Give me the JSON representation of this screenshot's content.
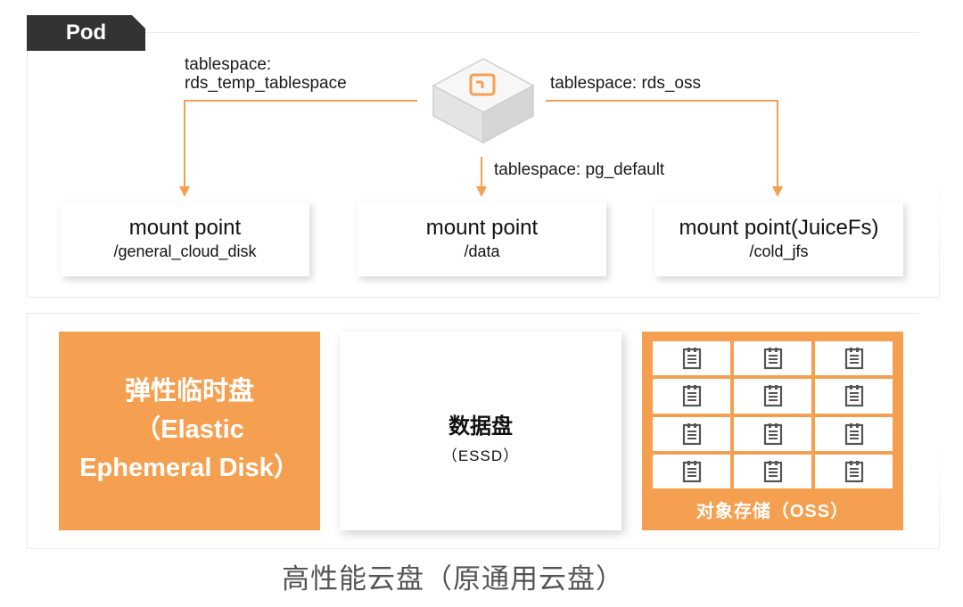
{
  "pod": {
    "tag": "Pod",
    "arrows": {
      "left_label_line1": "tablespace:",
      "left_label_line2": "rds_temp_tablespace",
      "center_label": "tablespace: pg_default",
      "right_label": "tablespace: rds_oss"
    },
    "mounts": [
      {
        "title": "mount point",
        "path": "/general_cloud_disk"
      },
      {
        "title": "mount point",
        "path": "/data"
      },
      {
        "title": "mount point(JuiceFs)",
        "path": "/cold_jfs"
      }
    ],
    "center_icon": "database-cube-icon"
  },
  "storage": {
    "ephemeral": {
      "line1": "弹性临时盘",
      "line2": "（Elastic",
      "line3": "Ephemeral Disk）"
    },
    "essd": {
      "title": "数据盘",
      "subtitle": "（ESSD）"
    },
    "oss": {
      "label": "对象存储（OSS）",
      "cell_icon": "file-document-icon"
    }
  },
  "caption": "高性能云盘（原通用云盘）",
  "colors": {
    "accent": "#f5a050",
    "pod_tag_bg": "#333333",
    "caption": "#555555"
  }
}
